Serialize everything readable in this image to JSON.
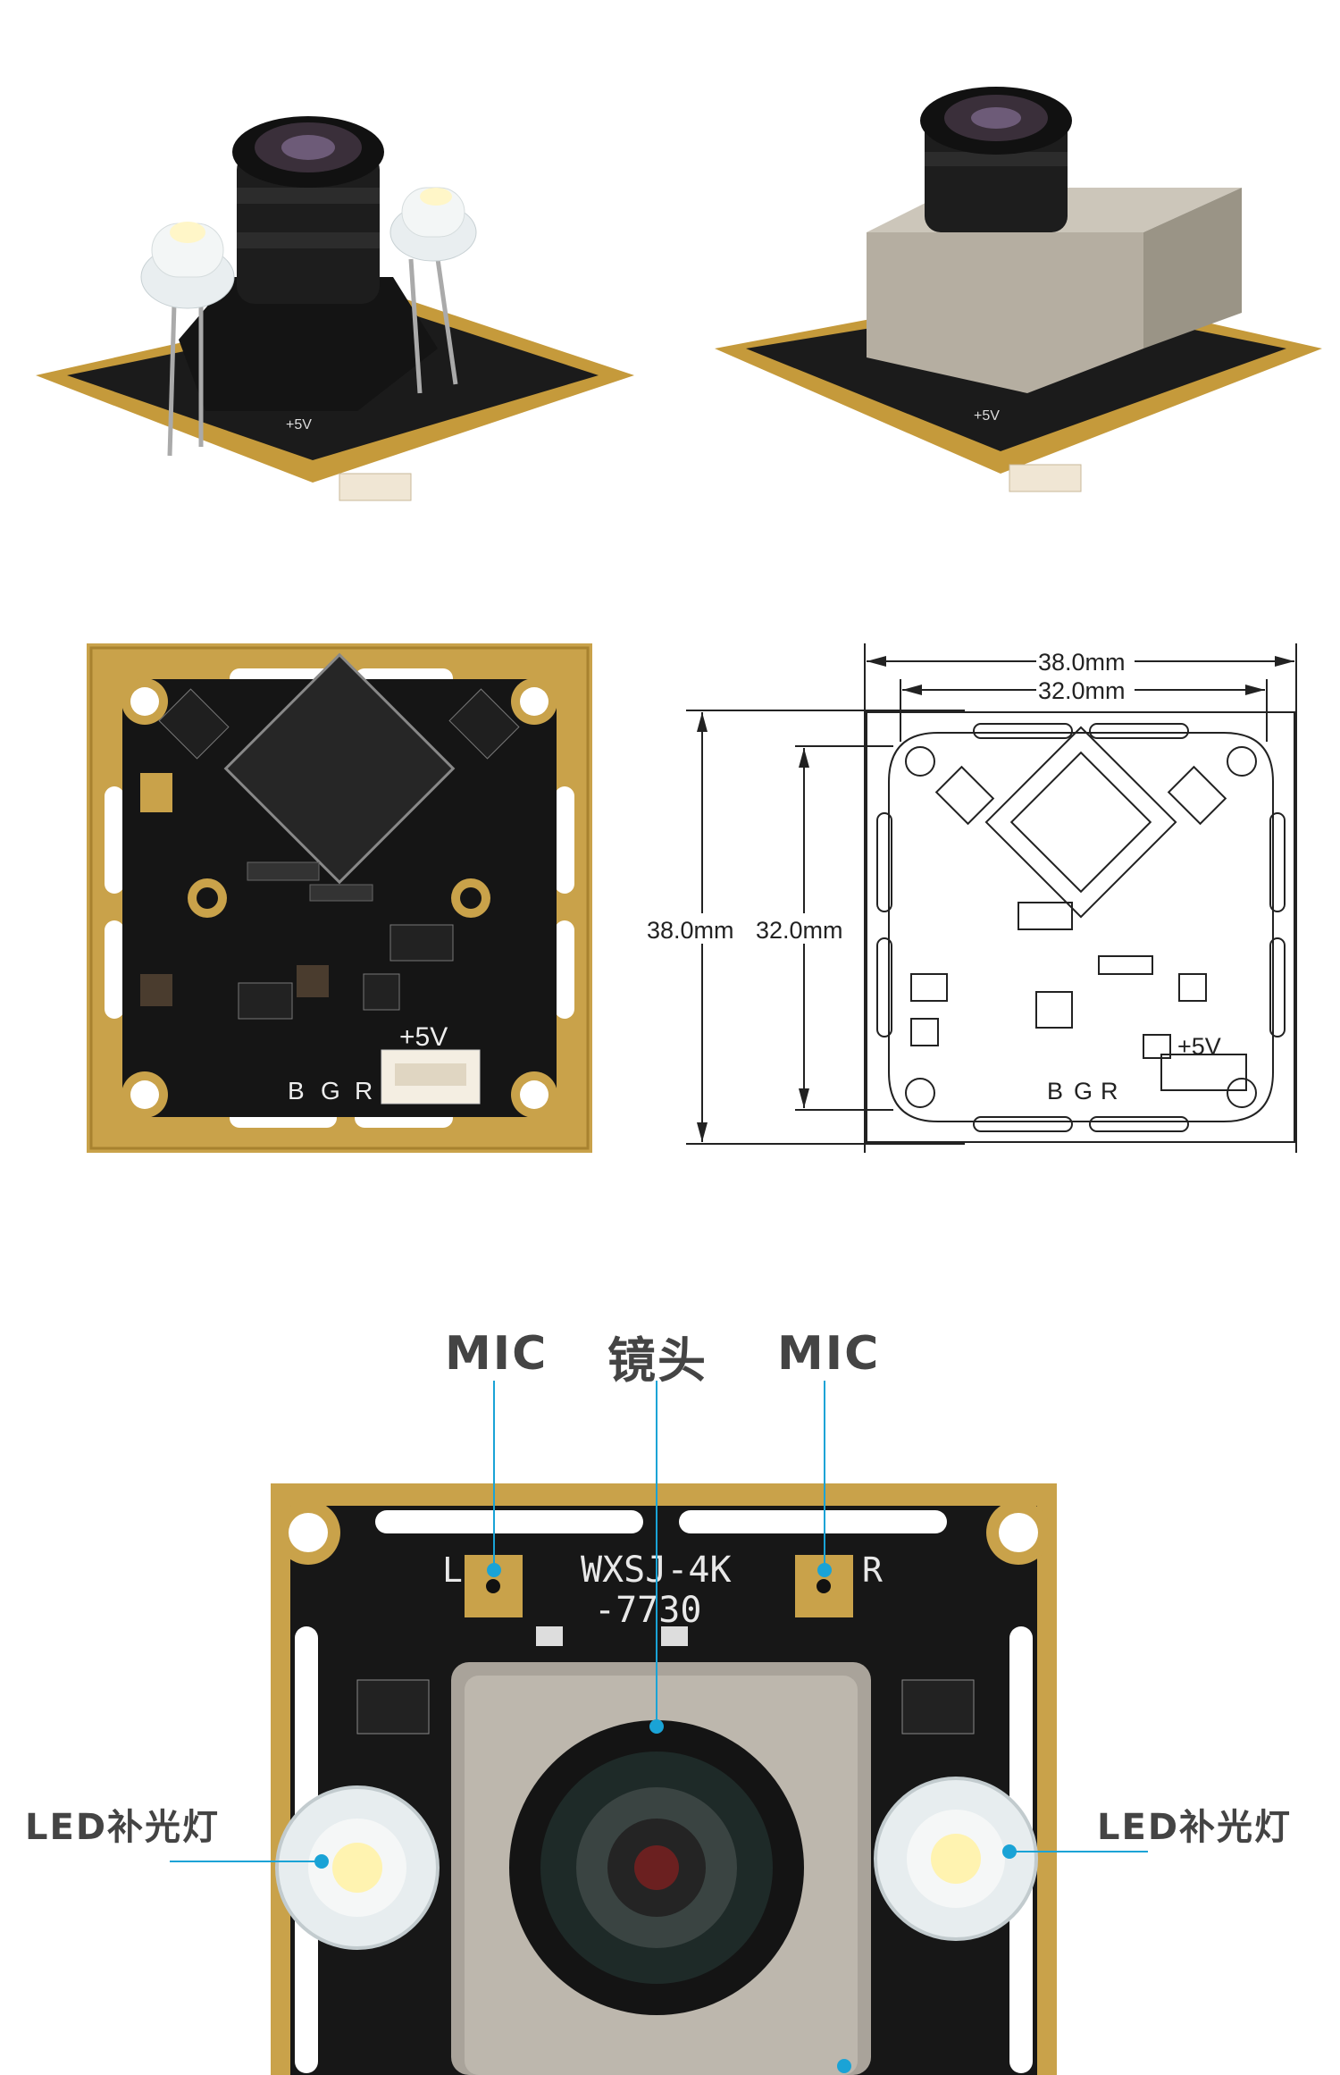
{
  "top_photos": {
    "left_board_silkscreen": "+5V",
    "right_board_silkscreen": "+5V"
  },
  "pcb_photo": {
    "power_label": "+5V",
    "pins": [
      "B",
      "G",
      "R"
    ]
  },
  "drawing": {
    "outer_width": "38.0mm",
    "inner_width": "32.0mm",
    "outer_height": "38.0mm",
    "inner_height": "32.0mm",
    "power_label": "+5V",
    "pins": [
      "B",
      "G",
      "R"
    ]
  },
  "closeup": {
    "callout_mic_left": "MIC",
    "callout_lens": "镜头",
    "callout_mic_right": "MIC",
    "callout_led_left": "LED补光灯",
    "callout_led_right": "LED补光灯",
    "silk_model_line1": "WXSJ-4K",
    "silk_model_line2": "-7730",
    "silk_left": "L",
    "silk_right": "R",
    "callout_line_color": "#1aa3d6"
  }
}
